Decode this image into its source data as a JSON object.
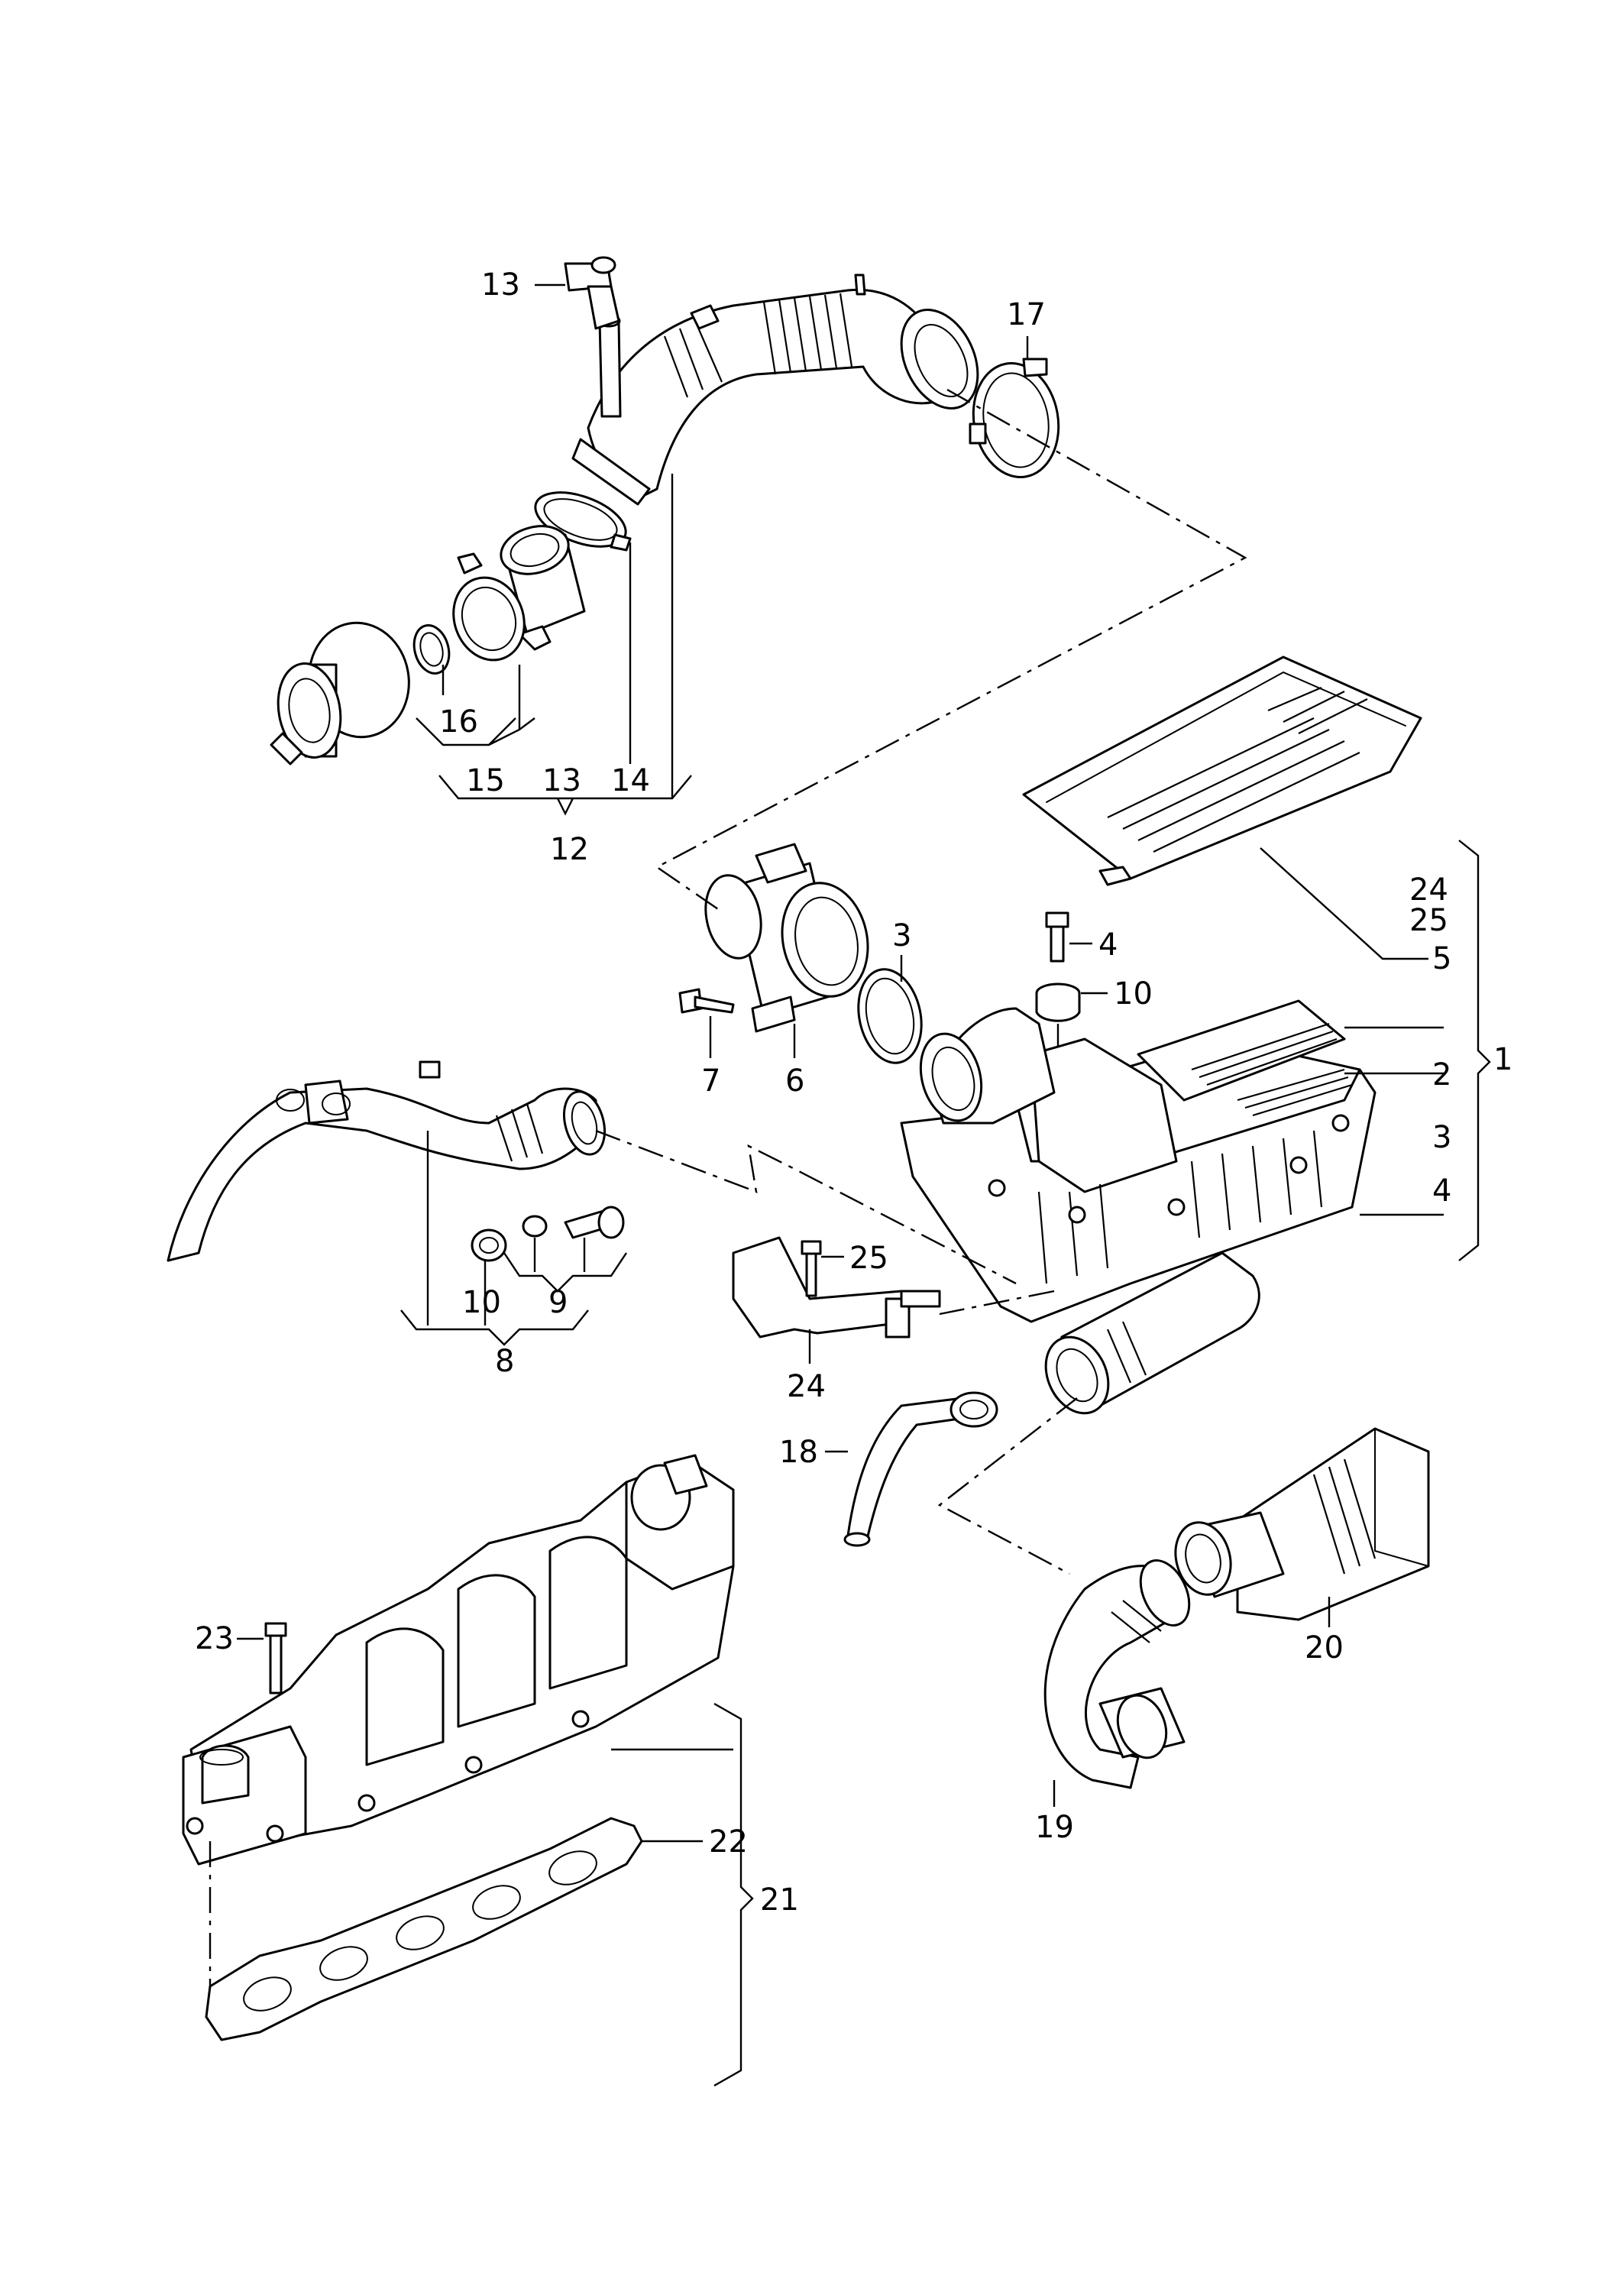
{
  "diagram": {
    "callouts": {
      "c1": "1",
      "c2": "2",
      "c3_box": "3",
      "c3_ring": "3",
      "c4_box": "4",
      "c4_bolt": "4",
      "c5": "5",
      "c6": "6",
      "c7": "7",
      "c8": "8",
      "c9": "9",
      "c10_grommet": "10",
      "c10_washer": "10",
      "c12": "12",
      "c13_sensor": "13",
      "c13_group": "13",
      "c14": "14",
      "c15": "15",
      "c16": "16",
      "c17": "17",
      "c18": "18",
      "c19": "19",
      "c20": "20",
      "c21": "21",
      "c22": "22",
      "c23": "23",
      "c24_bracket": "24",
      "c24_group": "24",
      "c25_bracket": "25",
      "c25_group": "25"
    }
  }
}
